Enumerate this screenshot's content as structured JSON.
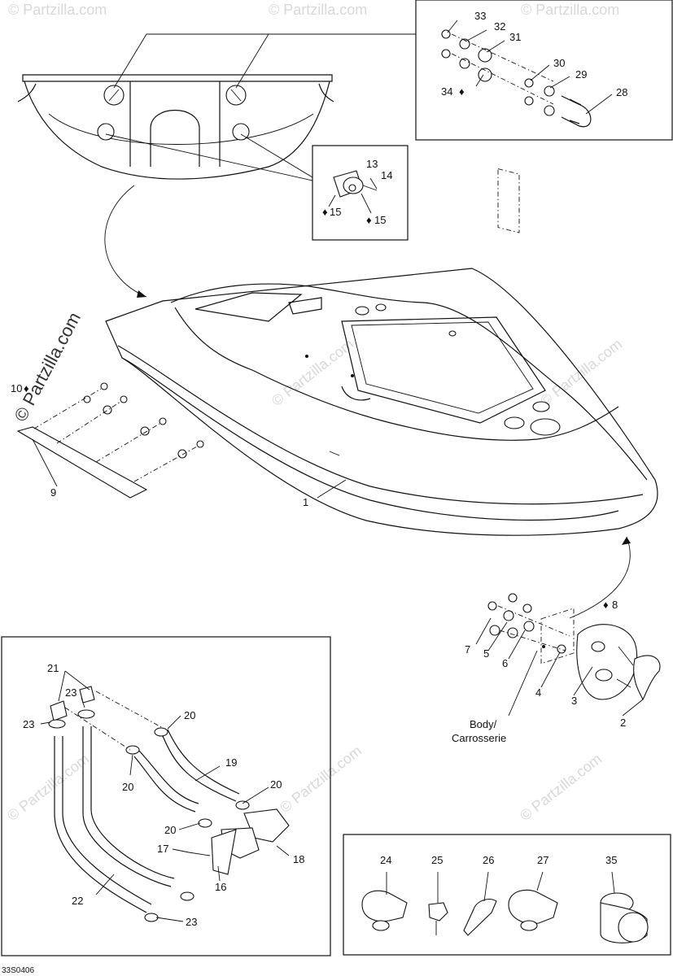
{
  "diagram": {
    "drawing_code": "33S0406",
    "watermark_main": "© Partzilla.com",
    "watermark_small": "© Partzilla.com",
    "body_label_line1": "Body/",
    "body_label_line2": "Carrosserie",
    "callouts": {
      "p1": "1",
      "p2": "2",
      "p3": "3",
      "p4": "4",
      "p5": "5",
      "p6": "6",
      "p7": "7",
      "p8": "8",
      "p9": "9",
      "p10": "10",
      "p13": "13",
      "p14": "14",
      "p15a": "15",
      "p15b": "15",
      "p16": "16",
      "p17": "17",
      "p18": "18",
      "p19": "19",
      "p20a": "20",
      "p20b": "20",
      "p20c": "20",
      "p20d": "20",
      "p21": "21",
      "p22": "22",
      "p23a": "23",
      "p23b": "23",
      "p23c": "23",
      "p24": "24",
      "p25": "25",
      "p26": "26",
      "p27": "27",
      "p28": "28",
      "p29": "29",
      "p30": "30",
      "p31": "31",
      "p32": "32",
      "p33": "33",
      "p34": "34",
      "p35": "35"
    }
  }
}
